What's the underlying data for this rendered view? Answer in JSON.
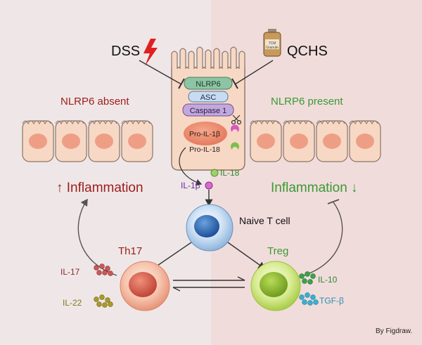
{
  "labels": {
    "dss": "DSS",
    "qchs": "QCHS",
    "tcm_line1": "TCM",
    "tcm_line2": "Granule",
    "nlrp6_absent": "NLRP6 absent",
    "nlrp6_present": "NLRP6 present",
    "nlrp6": "NLRP6",
    "asc": "ASC",
    "caspase1": "Caspase 1",
    "pro_il1b": "Pro-IL-1β",
    "pro_il18": "Pro-IL-18",
    "il18": "IL-18",
    "il1b": "IL-1β",
    "inflammation_left": "↑ Inflammation",
    "inflammation_right": "Inflammation ↓",
    "naive_t_cell": "Naive T cell",
    "th17": "Th17",
    "treg": "Treg",
    "il17": "IL-17",
    "il22": "IL-22",
    "il10": "IL-10",
    "tgfb": "TGF-β",
    "credit": "By Figdraw."
  },
  "colors": {
    "left_bg": "#efe7e7",
    "right_bg": "#f1dcdc",
    "epithelium": "#f7d8c4",
    "nucleus": "#ef9e86",
    "red_text": "#9e1c1c",
    "green_text": "#3a9a32",
    "nlrp6_box": "#8cc5a4",
    "asc_box": "#c7dcf2",
    "caspase_box": "#c2a8dc",
    "naive_cell": "#2f74c5",
    "th17_cell": "#e0705c",
    "treg_cell": "#a9cf38"
  }
}
